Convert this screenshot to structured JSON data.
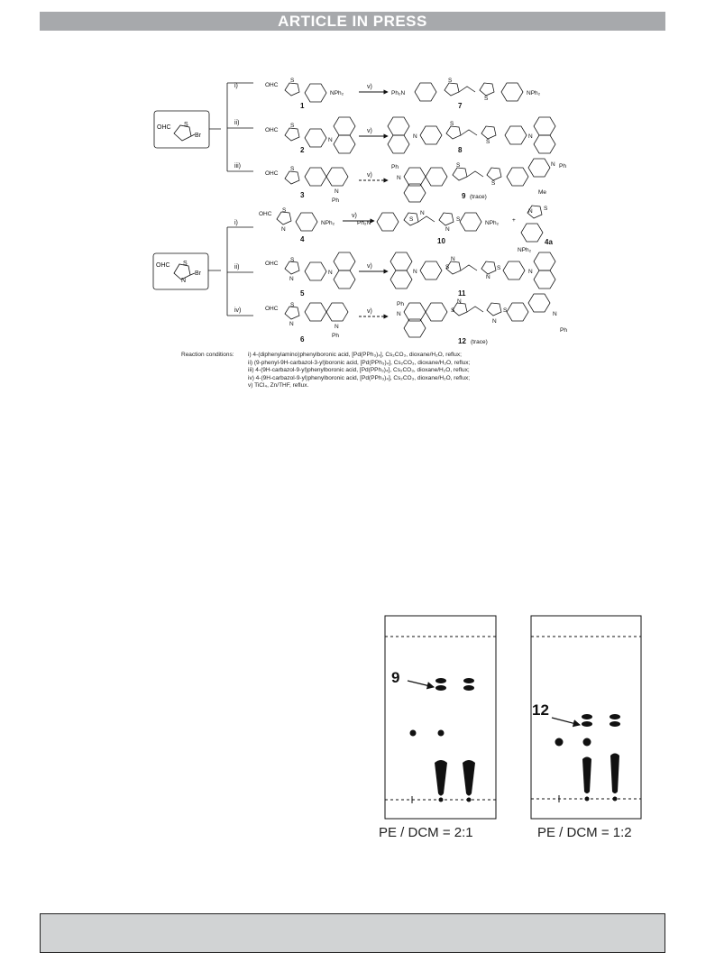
{
  "header": {
    "banner": "ARTICLE IN PRESS"
  },
  "scheme": {
    "sm_thiophene": {
      "cho": "OHC",
      "br": "Br",
      "s": "S"
    },
    "sm_thiazole": {
      "cho": "OHC",
      "br": "Br",
      "s": "S",
      "n": "N"
    },
    "steps": [
      "i)",
      "ii)",
      "iii)",
      "i)",
      "ii)",
      "iv)",
      "v)"
    ],
    "compounds": {
      "c1": "1",
      "c2": "2",
      "c3": "3",
      "c4": "4",
      "c5": "5",
      "c6": "6",
      "c7": "7",
      "c8": "8",
      "c9": "9",
      "c9_note": "(trace)",
      "c10": "10",
      "c11": "11",
      "c12": "12",
      "c12_note": "(trace)",
      "c4a": "4a"
    },
    "atoms": {
      "S": "S",
      "N": "N",
      "OHC": "OHC",
      "NPh2": "NPh₂",
      "Ph2N": "Ph₂N",
      "Ph": "Ph",
      "Me": "Me",
      "plus": "+"
    },
    "conditions": {
      "label": "Reaction conditions:",
      "lines": [
        "i) 4-(diphenylamino)phenylboronic acid, [Pd(PPh₃)₄], Cs₂CO₃, dioxane/H₂O, reflux;",
        "ii) (9-phenyl-9H-carbazol-3-yl)boronic acid, [Pd(PPh₃)₄], Cs₂CO₃, dioxane/H₂O, reflux;",
        "iii) 4-(9H-carbazol-9-yl)phenylboronic acid, [Pd(PPh₃)₄], Cs₂CO₃, dioxane/H₂O, reflux;",
        "iv) 4-(9H-carbazol-9-yl)phenylboronic acid, [Pd(PPh₃)₄], Cs₂CO₃, dioxane/H₂O, reflux;",
        "v) TiCl₄, Zn/THF, reflux."
      ]
    }
  },
  "tlc": {
    "left": {
      "marker": "9",
      "caption": "PE / DCM = 2:1"
    },
    "right": {
      "marker": "12",
      "caption": "PE / DCM = 1:2"
    }
  }
}
